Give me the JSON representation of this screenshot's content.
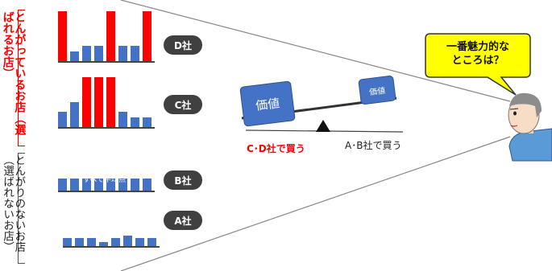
{
  "group_top": {
    "label": "とんがっているお店（選ばれるお店）"
  },
  "group_bottom": {
    "label": "とんがりのないお店（選ばれないお店）"
  },
  "companies": [
    {
      "name": "D社",
      "values": [
        10,
        2,
        3,
        3,
        10,
        3,
        3,
        10
      ],
      "highlight": [
        true,
        false,
        false,
        false,
        true,
        false,
        false,
        true
      ]
    },
    {
      "name": "C社",
      "values": [
        3,
        5,
        10,
        10,
        10,
        3,
        2,
        2
      ],
      "highlight": [
        false,
        false,
        true,
        true,
        true,
        false,
        false,
        false
      ]
    },
    {
      "name": "B社",
      "values": [
        5,
        5,
        5,
        5,
        5,
        5,
        5,
        5
      ],
      "highlight": [
        false,
        false,
        false,
        false,
        false,
        false,
        false,
        false
      ],
      "note": "すべて平均点"
    },
    {
      "name": "A社",
      "values": [
        4,
        4,
        4,
        2,
        4,
        5,
        4,
        4
      ],
      "highlight": [
        false,
        false,
        false,
        false,
        false,
        false,
        false,
        false
      ]
    }
  ],
  "balance": {
    "left_box": "価値",
    "right_box": "価値",
    "left_caption": "C･D社で買う",
    "right_caption": "A･B社で買う"
  },
  "speech_bubble": {
    "line1": "一番魅力的な",
    "line2": "ところは？"
  },
  "colors": {
    "bar": "#4472c4",
    "highlight": "#ff0000",
    "pill": "#404040",
    "bubble": "#ffff00",
    "text_red": "#ff0000"
  }
}
